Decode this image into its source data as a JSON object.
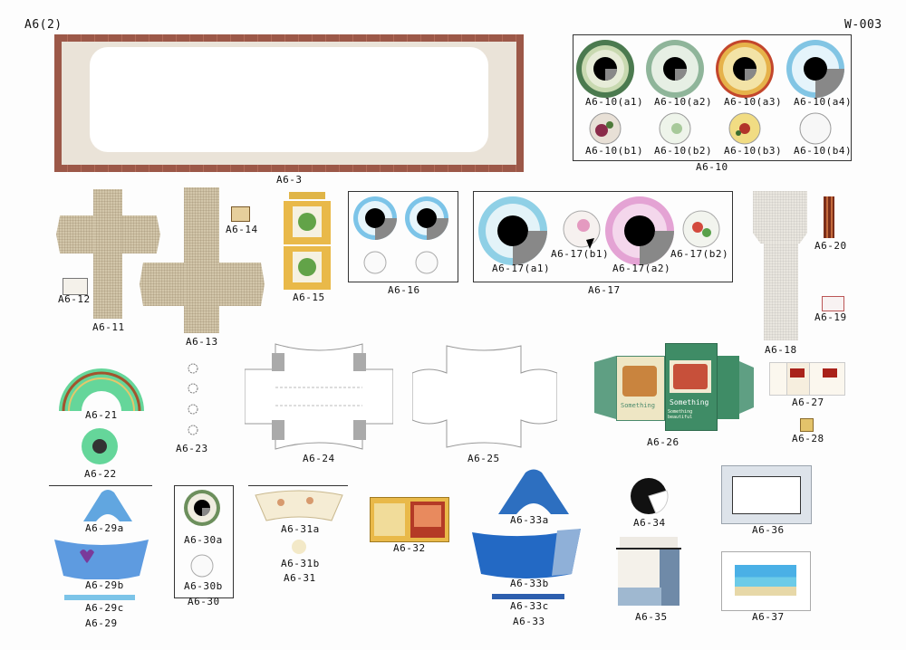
{
  "sheet": {
    "left_title": "A6(2)",
    "right_code": "W-003"
  },
  "labels": {
    "a6_3": "A6-3",
    "a6_10_a1": "A6-10(a1)",
    "a6_10_a2": "A6-10(a2)",
    "a6_10_a3": "A6-10(a3)",
    "a6_10_a4": "A6-10(a4)",
    "a6_10_b1": "A6-10(b1)",
    "a6_10_b2": "A6-10(b2)",
    "a6_10_b3": "A6-10(b3)",
    "a6_10_b4": "A6-10(b4)",
    "a6_10": "A6-10",
    "a6_11": "A6-11",
    "a6_12": "A6-12",
    "a6_13": "A6-13",
    "a6_14": "A6-14",
    "a6_15": "A6-15",
    "a6_16": "A6-16",
    "a6_17_a1": "A6-17(a1)",
    "a6_17_b1": "A6-17(b1)",
    "a6_17_a2": "A6-17(a2)",
    "a6_17_b2": "A6-17(b2)",
    "a6_17": "A6-17",
    "a6_18": "A6-18",
    "a6_19": "A6-19",
    "a6_20": "A6-20",
    "a6_21": "A6-21",
    "a6_22": "A6-22",
    "a6_23": "A6-23",
    "a6_24": "A6-24",
    "a6_25": "A6-25",
    "a6_26": "A6-26",
    "a6_27": "A6-27",
    "a6_28": "A6-28",
    "a6_29a": "A6-29a",
    "a6_29b": "A6-29b",
    "a6_29c": "A6-29c",
    "a6_29": "A6-29",
    "a6_30a": "A6-30a",
    "a6_30b": "A6-30b",
    "a6_30": "A6-30",
    "a6_31a": "A6-31a",
    "a6_31b": "A6-31b",
    "a6_31": "A6-31",
    "a6_32": "A6-32",
    "a6_33a": "A6-33a",
    "a6_33b": "A6-33b",
    "a6_33c": "A6-33c",
    "a6_33": "A6-33",
    "a6_34": "A6-34",
    "a6_35": "A6-35",
    "a6_36": "A6-36",
    "a6_37": "A6-37"
  },
  "box_text": {
    "front_title": "Something",
    "front_sub": "Something beautiful",
    "side": "Something"
  },
  "colors": {
    "brick": "#a6604e",
    "beige": "#eae3d8",
    "teal": "#4a9b7a",
    "blue": "#2d6fc0",
    "sky": "#7cc4e8",
    "green": "#65d69a"
  }
}
